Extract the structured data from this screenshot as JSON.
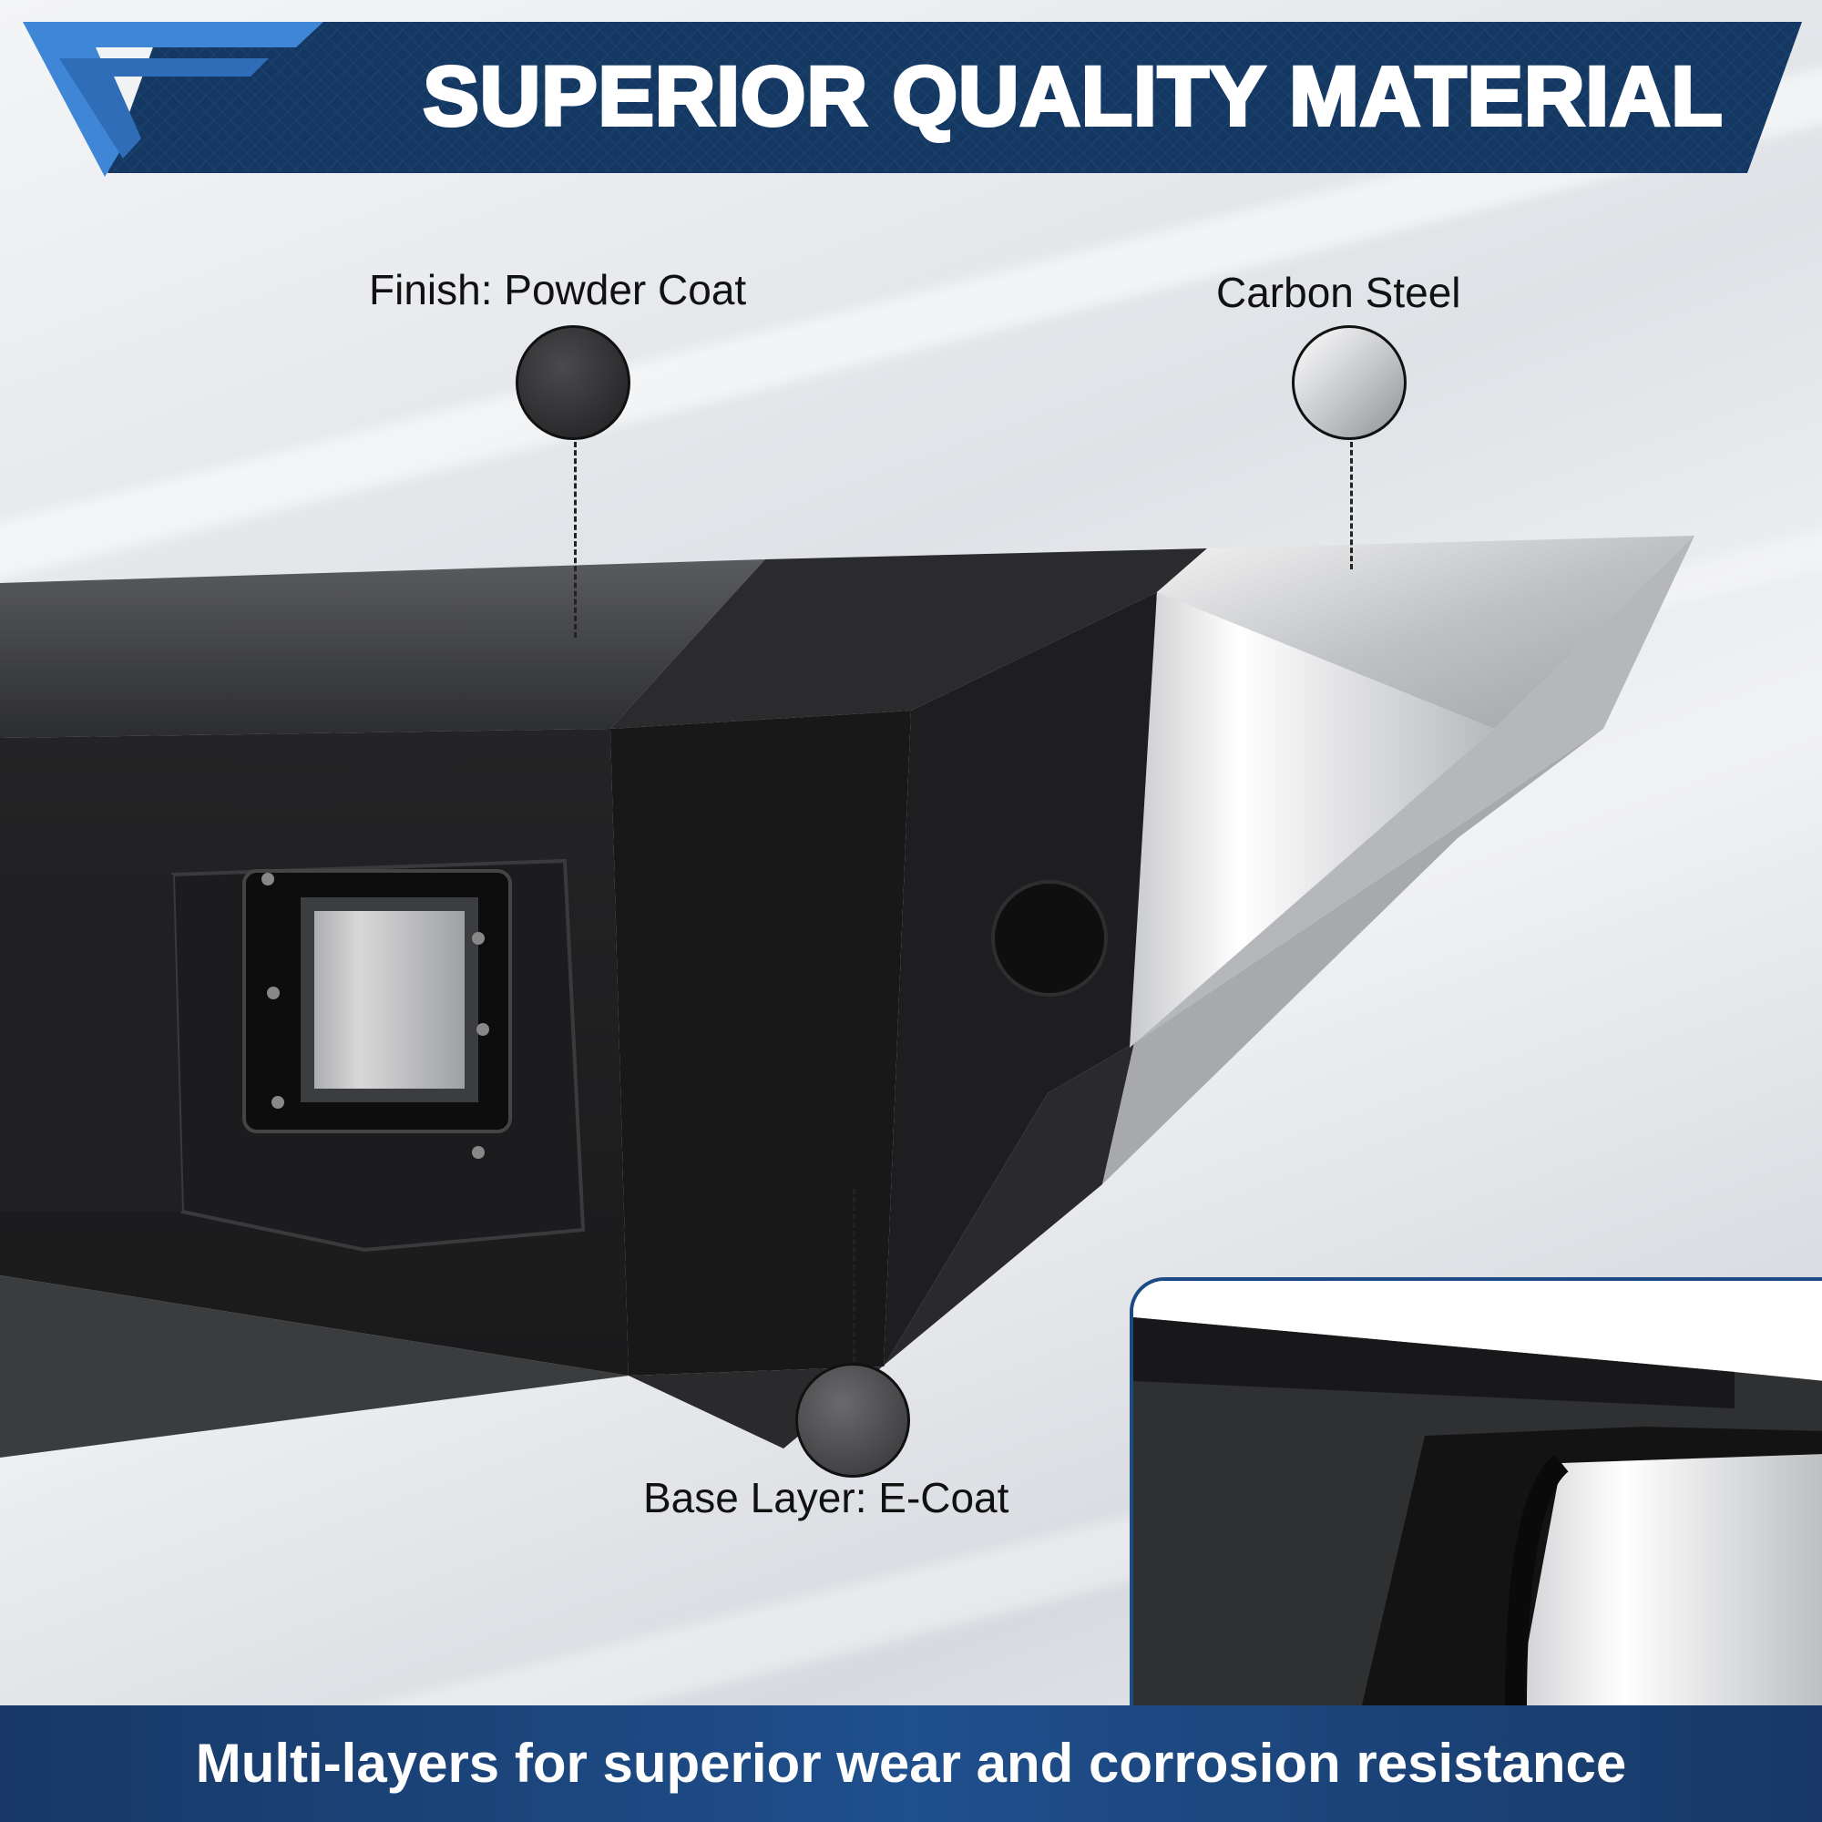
{
  "header": {
    "title": "SUPERIOR QUALITY MATERIAL"
  },
  "callouts": {
    "powder_coat": "Finish: Powder Coat",
    "carbon_steel": "Carbon Steel",
    "e_coat": "Base Layer: E-Coat"
  },
  "footer": {
    "tagline": "Multi-layers for superior wear and corrosion resistance"
  },
  "colors": {
    "banner_navy": "#153863",
    "banner_blue": "#3f86d6",
    "footer_navy": "#1b4478",
    "powder_black": "#2a2a2c",
    "steel_silver": "#c9cbce"
  }
}
